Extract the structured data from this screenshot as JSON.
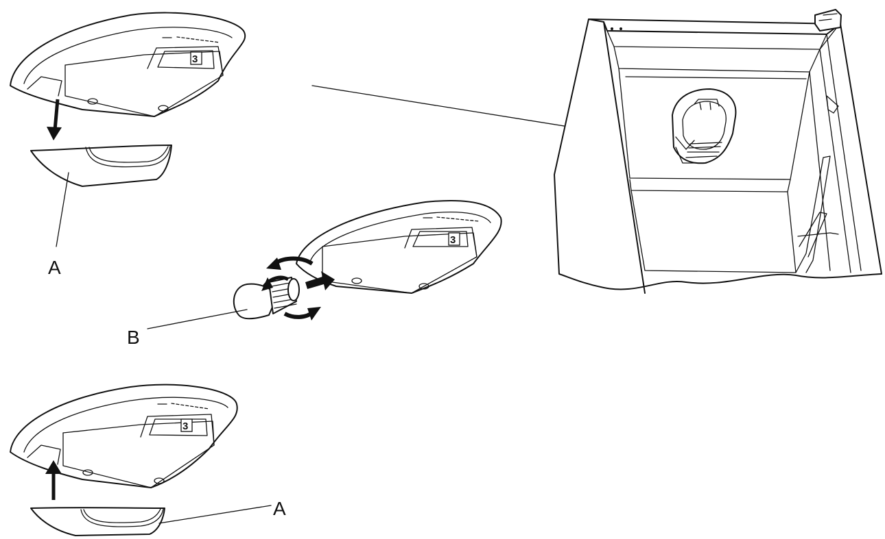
{
  "callouts": {
    "cover_label_top": "A",
    "bulb_label": "B",
    "cover_label_bottom": "A"
  },
  "thermostat": {
    "setting_top": "3",
    "setting_middle": "3",
    "setting_bottom": "3"
  },
  "colors": {
    "line": "#111111",
    "background": "#ffffff"
  }
}
